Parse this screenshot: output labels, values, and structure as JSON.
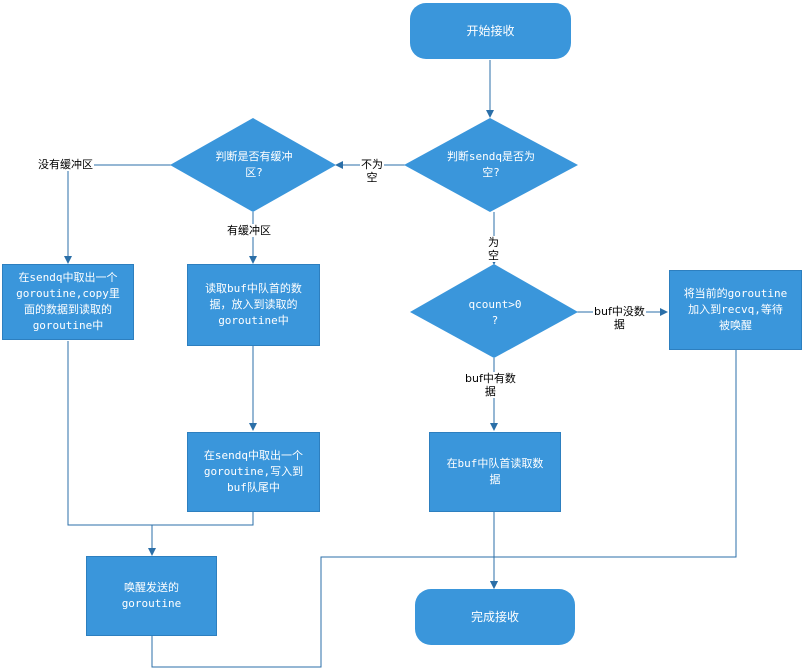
{
  "nodes": {
    "start": "开始接收",
    "check_sendq": "判断sendq是否为\n空?",
    "check_buffer": "判断是否有缓冲\n区?",
    "no_buffer_action": "在sendq中取出一个\ngoroutine,copy里\n面的数据到读取的\ngoroutine中",
    "read_buf_head": "读取buf中队首的数\n据，放入到读取的\ngoroutine中",
    "write_buf_tail": "在sendq中取出一个\ngoroutine,写入到\nbuf队尾中",
    "wake_sender": "唤醒发送的\ngoroutine",
    "check_qcount": "qcount>0\n?",
    "enqueue_recvq": "将当前的goroutine\n加入到recvq,等待\n被唤醒",
    "read_buf_data": "在buf中队首读取数\n据",
    "finish": "完成接收"
  },
  "edge_labels": {
    "not_empty": "不为\n空",
    "no_buffer": "没有缓冲区",
    "has_buffer": "有缓冲区",
    "empty": "为\n空",
    "buf_no_data": "buf中没数\n据",
    "buf_has_data": "buf中有数\n据"
  },
  "colors": {
    "node_fill": "#3a96db",
    "line": "#2b6fa8"
  }
}
